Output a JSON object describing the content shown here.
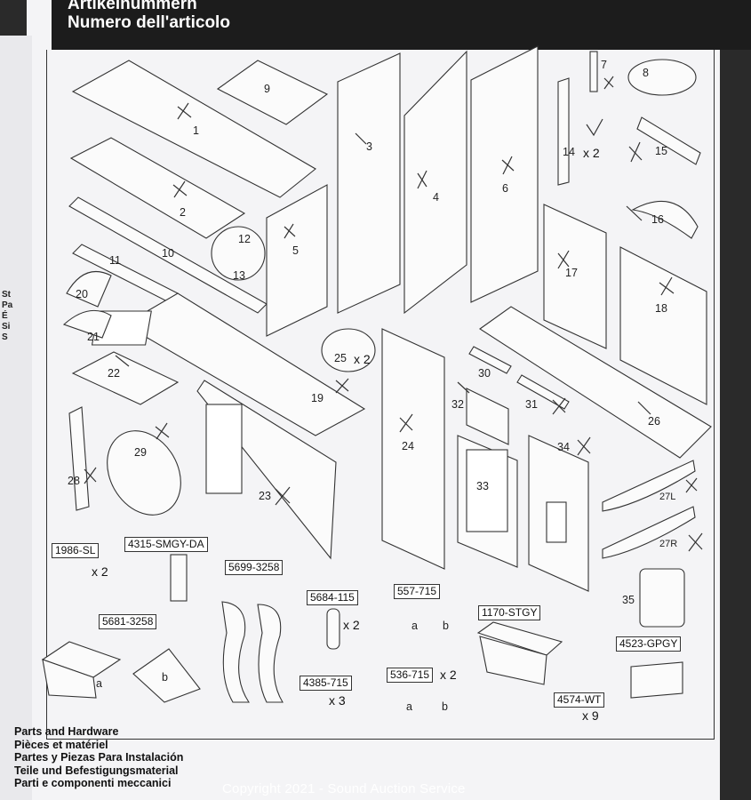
{
  "header": {
    "line1": "Artikelnummern",
    "line2": "Numero dell'articolo"
  },
  "left_edge": [
    "St",
    "Pa",
    "É",
    "Si",
    "S"
  ],
  "parts": [
    {
      "n": "1"
    },
    {
      "n": "2"
    },
    {
      "n": "3"
    },
    {
      "n": "4"
    },
    {
      "n": "5"
    },
    {
      "n": "6"
    },
    {
      "n": "7"
    },
    {
      "n": "8"
    },
    {
      "n": "9"
    },
    {
      "n": "10"
    },
    {
      "n": "11"
    },
    {
      "n": "12"
    },
    {
      "n": "13"
    },
    {
      "n": "14"
    },
    {
      "n": "15"
    },
    {
      "n": "16"
    },
    {
      "n": "17"
    },
    {
      "n": "18"
    },
    {
      "n": "19"
    },
    {
      "n": "20"
    },
    {
      "n": "21"
    },
    {
      "n": "22"
    },
    {
      "n": "23"
    },
    {
      "n": "24"
    },
    {
      "n": "25"
    },
    {
      "n": "26"
    },
    {
      "n": "27L"
    },
    {
      "n": "27R"
    },
    {
      "n": "28"
    },
    {
      "n": "29"
    },
    {
      "n": "30"
    },
    {
      "n": "31"
    },
    {
      "n": "32"
    },
    {
      "n": "33"
    },
    {
      "n": "34"
    },
    {
      "n": "35"
    }
  ],
  "quantities": {
    "q14": "x 2",
    "q25": "x 2"
  },
  "hardware": [
    {
      "code": "1986-SL",
      "qty": "x 2"
    },
    {
      "code": "4315-SMGY-DA",
      "qty": ""
    },
    {
      "code": "5699-3258",
      "qty": ""
    },
    {
      "code": "5684-115",
      "qty": "x 2"
    },
    {
      "code": "557-715",
      "qty": ""
    },
    {
      "code": "1170-STGY",
      "qty": ""
    },
    {
      "code": "5681-3258",
      "qty": ""
    },
    {
      "code": "4385-715",
      "qty": "x 3"
    },
    {
      "code": "536-715",
      "qty": "x 2"
    },
    {
      "code": "4523-GPGY",
      "qty": ""
    },
    {
      "code": "4574-WT",
      "qty": "x 9"
    }
  ],
  "sub_labels": {
    "a": "a",
    "b": "b"
  },
  "footer": [
    "Parts and Hardware",
    "Pièces et matériel",
    "Partes y Piezas Para Instalación",
    "Teile und Befestigungsmaterial",
    "Parti e componenti meccanici"
  ],
  "watermark": "Copyright 2021 - Sound Auction Service"
}
